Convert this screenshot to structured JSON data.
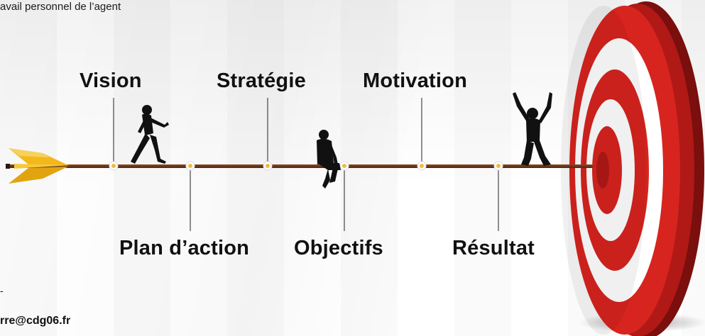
{
  "header": {
    "text": "avail personnel de l’agent"
  },
  "footer": {
    "dash": "-",
    "email": "rre@cdg06.fr"
  },
  "timeline": {
    "top_labels": [
      "Vision",
      "Stratégie",
      "Motivation"
    ],
    "bottom_labels": [
      "Plan d’action",
      "Objectifs",
      "Résultat"
    ]
  },
  "colors": {
    "arrow_shaft": "#6b3b1e",
    "fletching": "#f2b81c",
    "target_red": "#d7241f",
    "target_white": "#ffffff",
    "node": "#f4b942"
  },
  "icons": {
    "figures": [
      "walking-person-icon",
      "sitting-person-icon",
      "cheering-person-icon"
    ],
    "target": "bullseye-target-icon"
  }
}
